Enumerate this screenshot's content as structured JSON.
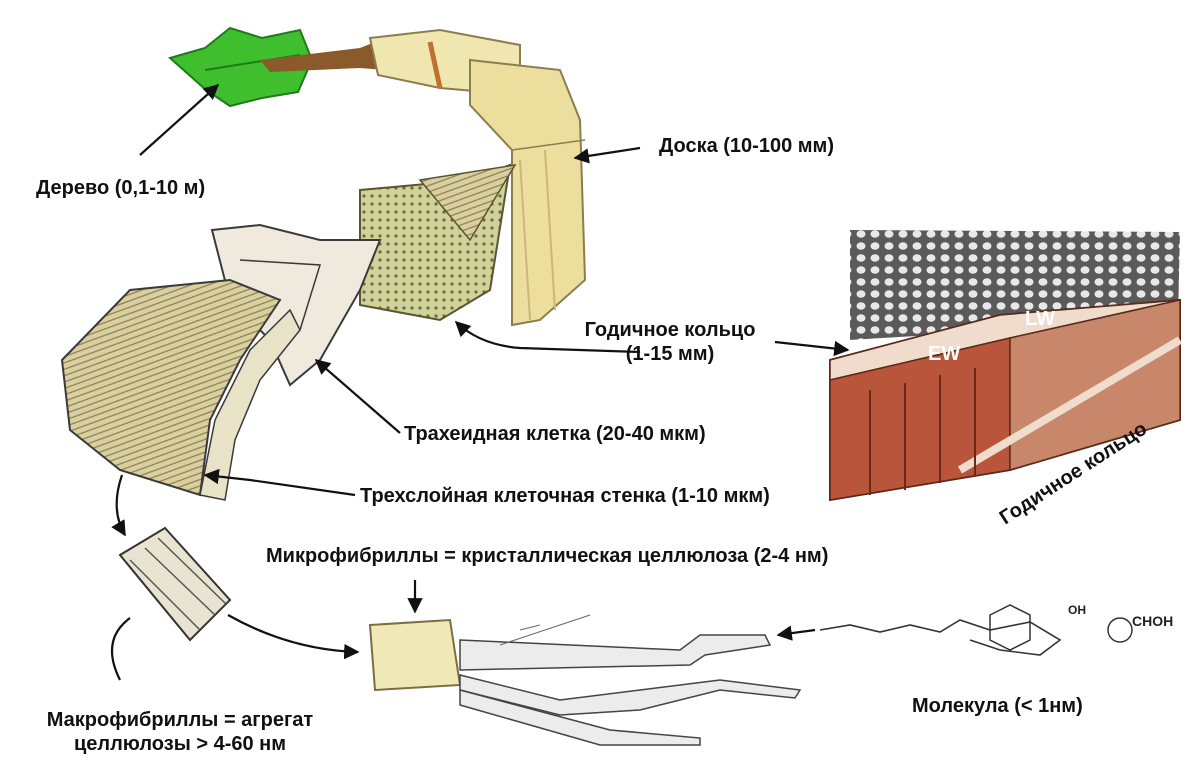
{
  "labels": {
    "tree": "Дерево (0,1-10 м)",
    "board": "Доска (10-100 мм)",
    "ring_line1": "Годичное кольцо",
    "ring_line2": "(1-15 мм)",
    "tracheid": "Трахеидная клетка (20-40 мкм)",
    "cell_wall": "Трехслойная клеточная стенка (1-10 мкм)",
    "microfibrils": "Микрофибриллы = кристаллическая целлюлоза (2-4 нм)",
    "macro_line1": "Макрофибриллы = агрегат",
    "macro_line2": "целлюлозы > 4-60 нм",
    "molecule": "Молекула (< 1нм)",
    "ring_rotated": "Годичное кольцо",
    "ew": "EW",
    "lw": "LW",
    "chem_oh": "OH",
    "chem_choh": "CHOH"
  },
  "colors": {
    "leaf": "#3fbf2e",
    "wood_light": "#efe6b0",
    "wood_dark": "#c9b878",
    "brick": "#b8553a",
    "text": "#111111"
  }
}
